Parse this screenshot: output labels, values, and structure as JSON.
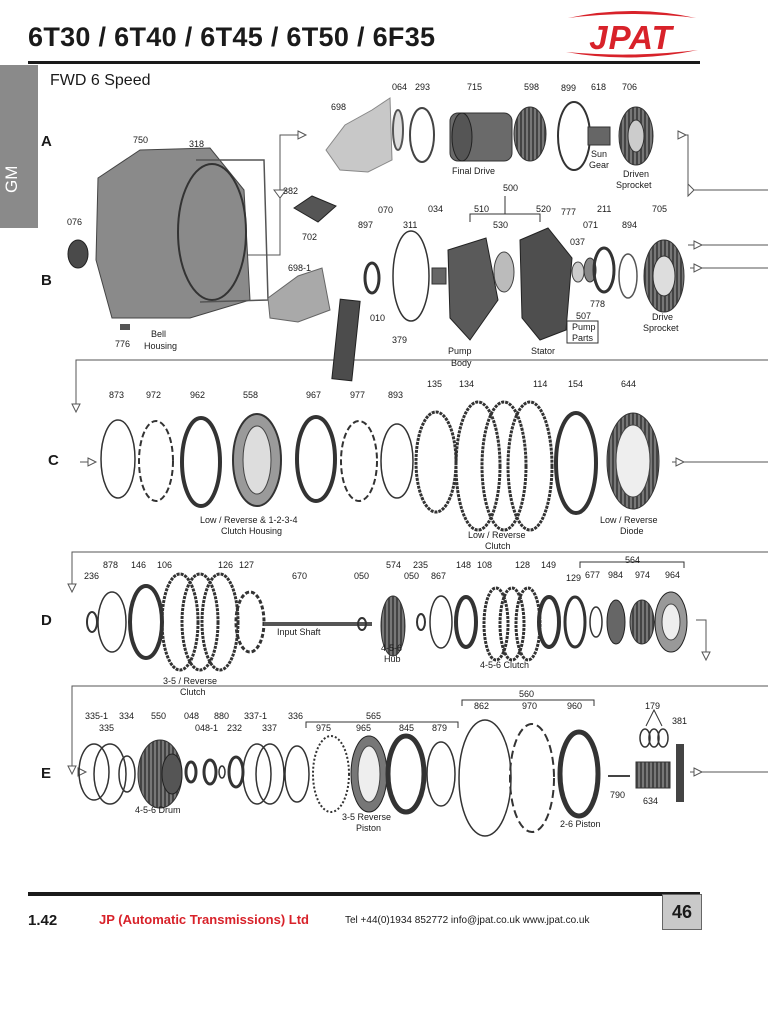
{
  "header": {
    "title": "6T30 / 6T40 / 6T45 / 6T50 / 6F35",
    "logo_text": "JPAT",
    "side_tab": "GM",
    "subtitle": "FWD 6 Speed"
  },
  "rows": [
    "A",
    "B",
    "C",
    "D",
    "E"
  ],
  "part_labels": {
    "A": [
      "698",
      "064",
      "293",
      "715",
      "598",
      "899",
      "618",
      "706",
      "Final Drive",
      "Sun",
      "Gear",
      "Driven",
      "Sprocket"
    ],
    "B": [
      "750",
      "318",
      "382",
      "076",
      "702",
      "698-1",
      "776",
      "Bell",
      "Housing",
      "010",
      "379",
      "070",
      "897",
      "311",
      "034",
      "510",
      "500",
      "530",
      "520",
      "777",
      "037",
      "071",
      "211",
      "894",
      "705",
      "778",
      "507",
      "Pump",
      "Parts",
      "Pump",
      "Body",
      "Stator",
      "Drive",
      "Sprocket"
    ],
    "C": [
      "873",
      "972",
      "962",
      "558",
      "967",
      "977",
      "893",
      "135",
      "134",
      "114",
      "154",
      "644",
      "Low / Reverse & 1-2-3-4",
      "Clutch Housing",
      "Low / Reverse",
      "Clutch",
      "Low / Reverse",
      "Diode"
    ],
    "D": [
      "236",
      "878",
      "146",
      "106",
      "126",
      "127",
      "670",
      "Input Shaft",
      "050",
      "574",
      "235",
      "050",
      "867",
      "148",
      "108",
      "128",
      "149",
      "129",
      "677",
      "984",
      "974",
      "964",
      "564",
      "3-5 / Reverse",
      "Clutch",
      "4-5-6",
      "Hub",
      "4-5-6 Clutch"
    ],
    "E": [
      "335-1",
      "335",
      "334",
      "550",
      "048",
      "880",
      "048-1",
      "232",
      "337-1",
      "337",
      "336",
      "565",
      "975",
      "965",
      "845",
      "879",
      "862",
      "560",
      "970",
      "960",
      "179",
      "381",
      "790",
      "634",
      "4-5-6 Drum",
      "3-5 Reverse",
      "Piston",
      "2-6 Piston"
    ]
  },
  "footer": {
    "page_left": "1.42",
    "company": "JP (Automatic Transmissions) Ltd",
    "contact": "Tel +44(0)1934 852772  info@jpat.co.uk  www.jpat.co.uk",
    "page_number": "46"
  }
}
